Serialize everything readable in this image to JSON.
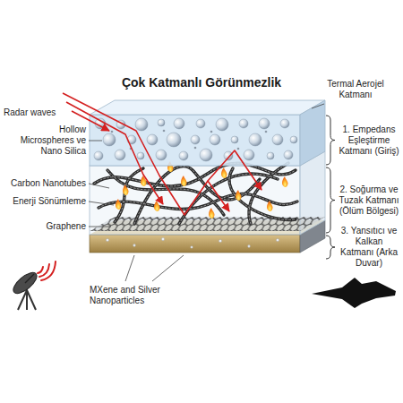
{
  "diagram": {
    "title": "Çok Katmanlı Görünmezlik",
    "labels": [
      "Radar waves",
      "Hollow Microspheres ve Nano Silica",
      "Carbon Nanotubes",
      "Enerji Sönümleme",
      "Graphene",
      "MXene and Silver Nanoparticles",
      "Termal Aerojel Katmanı",
      "1. Empedans Eşleştirme Katmanı (Giriş)",
      "2. Soğurma ve Tuzak Katmanı (Ölüm Bölgesi)",
      "3. Yansıtıcı ve Kalkan Katmanı (Arka Duvar)"
    ]
  }
}
